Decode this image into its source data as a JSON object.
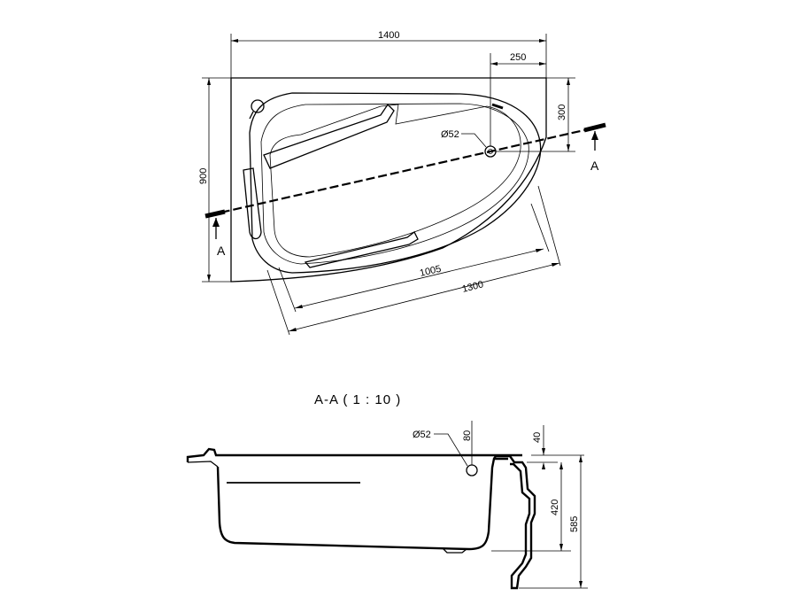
{
  "top_view": {
    "dim_width_total": "1400",
    "dim_drain_offset_x": "250",
    "dim_drain_offset_y": "300",
    "dim_height": "900",
    "dim_drain_diameter": "Ø52",
    "dim_inner_length": "1005",
    "dim_outer_length": "1300",
    "section_mark_left": "A",
    "section_mark_right": "A"
  },
  "section_view": {
    "title": "A-A  ( 1 : 10 )",
    "dim_drain_diameter": "Ø52",
    "dim_drain_height": "80",
    "dim_rim": "40",
    "dim_depth": "420",
    "dim_total_height": "585"
  }
}
